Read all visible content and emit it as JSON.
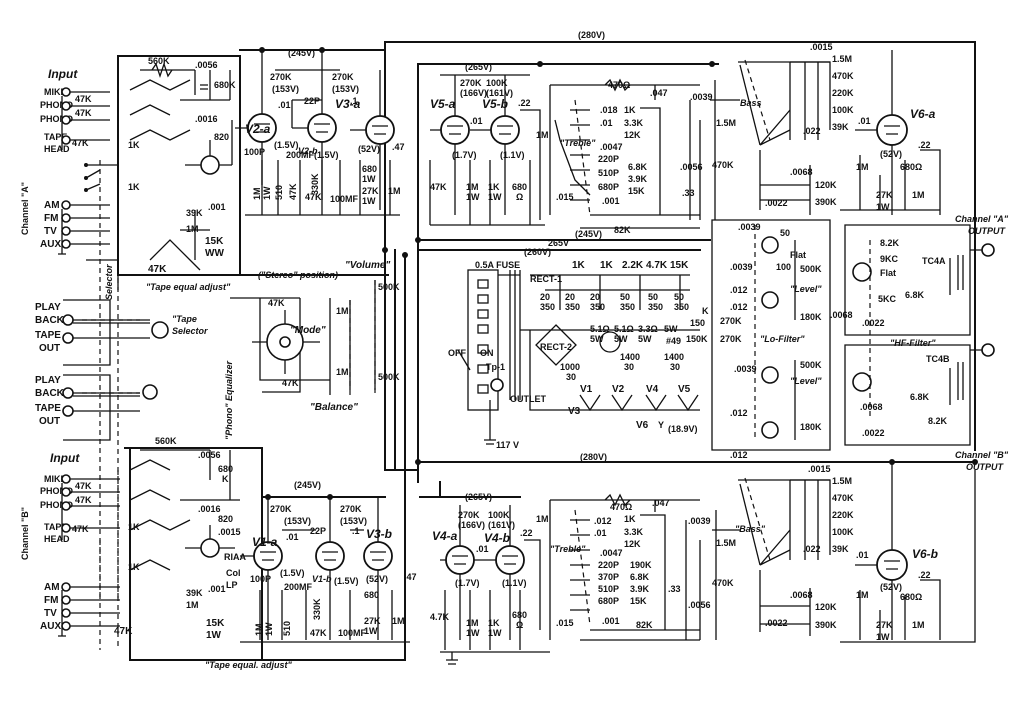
{
  "rails": {
    "top": "(280V)",
    "mid": "(280V)",
    "a_245": "(245V)",
    "a_265": "(265V)",
    "b_245": "(245V)",
    "b_265": "(265V)",
    "ps_245": "(245V)",
    "ps_265": "265V",
    "ps_260": "(260V)"
  },
  "inputs_a": {
    "title": "Input",
    "channel": "Channel \"A\"",
    "mike": "MIKE",
    "phono1": "PHONO",
    "phono2": "PHONO",
    "tape": "TAPE",
    "head": "HEAD",
    "am": "AM",
    "fm": "FM",
    "tv": "TV",
    "aux": "AUX",
    "r1": "47K",
    "r2": "47K",
    "r3": "47K"
  },
  "inputs_b": {
    "title": "Input",
    "channel": "Channel \"B\"",
    "mike": "MIKE",
    "phono1": "PHONO",
    "phono2": "PHONO",
    "tape": "TAPE",
    "head": "HEAD",
    "am": "AM",
    "fm": "FM",
    "tv": "TV",
    "aux": "AUX",
    "r1": "47K",
    "r2": "47K",
    "r3": "47K"
  },
  "tape_io": {
    "play1": "PLAY",
    "back1": "BACK",
    "tape1": "TAPE",
    "out1": "OUT",
    "play2": "PLAY",
    "back2": "BACK",
    "tape2": "TAPE",
    "out2": "OUT",
    "selector": "Selector",
    "tape_selector1": "\"Tape",
    "tape_selector2": "Selector",
    "phono_eq": "\"Phono\" Equalizer"
  },
  "eq_a": {
    "r560": "560K",
    "c0056": ".0056",
    "r680": "680K",
    "c0016": ".0016",
    "r820": "820",
    "c001": ".001",
    "r1k1": "1K",
    "r1k2": "1K",
    "r39k": "39K",
    "r1m": "1M",
    "r15k": "15K",
    "ww": "WW",
    "r47k": "47K",
    "label": "\"Tape equal adjust\""
  },
  "eq_b": {
    "r560": "560K",
    "c0056": ".0056",
    "r680": "680",
    "k": "K",
    "c0016": ".0016",
    "r820": "820",
    "c001": ".001",
    "c0015": ".0015",
    "col": "Col",
    "lp": "LP",
    "riaa": "RIAA",
    "r1k1": "1K",
    "r1k2": "1K",
    "r39k": "39K",
    "r1m": "1M",
    "r15k": "15K",
    "r1w": "1W",
    "r47k": "47K",
    "label": "\"Tape equal. adjust\""
  },
  "stage_a": {
    "v2a": "V2-a",
    "v2b": "V2-b",
    "v3a": "V3-a",
    "r270k1": "270K",
    "r270k2": "270K",
    "v153a": "(153V)",
    "v153b": "(153V)",
    "c01": ".01",
    "c22p": "22P",
    "c1": ".1",
    "c100p": "100P",
    "v15": "(1.5V)",
    "v15b": "(1.5V)",
    "c200mf": "200MF",
    "r1m1": "1M",
    "r1w": "1W",
    "r47k": "47K",
    "r510": "510",
    "r330k": "330K",
    "r47kb": "47K",
    "c100mf": "100MF",
    "v52": "(52V)",
    "c47": ".47",
    "r680": "680",
    "r1w2": "1W",
    "r27k": "27K",
    "r1w3": "1W",
    "r1m2": "1M"
  },
  "stage_b": {
    "v1a": "V1-a",
    "v1b": "V1-b",
    "v3b": "V3-b",
    "r270k1": "270K",
    "r270k2": "270K",
    "v153a": "(153V)",
    "v153b": "(153V)",
    "c01": ".01",
    "c22p": "22P",
    "c1": ".1",
    "c100p": "100P",
    "v15": "(1.5V)",
    "v15b": "(1.5V)",
    "c200mf": "200MF",
    "r1m1": "1M",
    "r1w": "1W",
    "r510": "510",
    "r330k": "330K",
    "r47k": "47K",
    "c100mf": "100MF",
    "v52": "(52V)",
    "c47": ".47",
    "r680": "680",
    "r27k": "27K",
    "r1w2": "1W",
    "r1m2": "1M"
  },
  "controls": {
    "stereo": "(\"Stereo\" position)",
    "r47k1": "47K",
    "mode": "\"Mode\"",
    "r47k2": "47K",
    "volume": "\"Volume\"",
    "r500k1": "500K",
    "r500k2": "500K",
    "r1m1": "1M",
    "r1m2": "1M",
    "balance": "\"Balance\""
  },
  "tone_a": {
    "v5a": "V5-a",
    "v5b": "V5-b",
    "r270k": "270K",
    "v166": "(166V)",
    "r100k": "100K",
    "v161": "(161V)",
    "c01": ".01",
    "c22": ".22",
    "v17": "(1.7V)",
    "v11": "(1.1V)",
    "r47k": "47K",
    "r1m": "1M",
    "r1w": "1W",
    "r1k": "1K",
    "r1w2": "1W",
    "r680": "680",
    "ohm": "Ω",
    "r470": "470Ω",
    "c047": ".047",
    "r1m2": "1M",
    "c018": ".018",
    "r1k2": "1K",
    "c01b": ".01",
    "r33k": "3.3K",
    "r12k": "12K",
    "treble": "\"Treble\"",
    "c0047": ".0047",
    "c220p": "220P",
    "r68k": "6.8K",
    "c510p": "510P",
    "r39k": "3.9K",
    "c680p": "680P",
    "r15k": "15K",
    "c001": ".001",
    "c015": ".015",
    "r82k": "82K"
  },
  "tone_b": {
    "v4a": "V4-a",
    "v4b": "V4-b",
    "r270k": "270K",
    "v166": "(166V)",
    "r100k": "100K",
    "v161": "(161V)",
    "c01": ".01",
    "c22": ".22",
    "v17": "(1.7V)",
    "v11": "(1.1V)",
    "r47k": "4.7K",
    "r1m": "1M",
    "r1w": "1W",
    "r1k": "1K",
    "r1w2": "1W",
    "r680": "680",
    "ohm": "Ω",
    "r470": "470Ω",
    "c047": ".047",
    "r1m2": "1M",
    "c012": ".012",
    "r1k2": "1K",
    "c01b": ".01",
    "r33k": "3.3K",
    "r12k": "12K",
    "treble": "\"Treble\"",
    "c0047": ".0047",
    "c220p": "220P",
    "r190k": "190K",
    "c370p": "370P",
    "r68k": "6.8K",
    "c510p": "510P",
    "r39k": "3.9K",
    "c680p": "680P",
    "r15k": "15K",
    "c001": ".001",
    "c015": ".015",
    "r82k": "82K"
  },
  "bass_a": {
    "c0039": ".0039",
    "r15m": "1.5M",
    "c0056": ".0056",
    "r470k": "470K",
    "c33": ".33",
    "bass": "Bass",
    "c0015": ".0015",
    "r15m2": "1.5M",
    "r470k2": "470K",
    "r220k": "220K",
    "r100k": "100K",
    "r39k": "39K",
    "c022": ".022",
    "c0068": ".0068",
    "r120k": "120K",
    "c0022": ".0022",
    "r390k": "390K"
  },
  "bass_b": {
    "c0039": ".0039",
    "r15m": "1.5M",
    "c0056": ".0056",
    "r470k": "470K",
    "c33": ".33",
    "bass": "\"Bass\"",
    "c0015": ".0015",
    "r15m2": "1.5M",
    "r470k2": "470K",
    "r220k": "220K",
    "r100k": "100K",
    "r39k": "39K",
    "c022": ".022",
    "c0068": ".0068",
    "r120k": "120K",
    "c0022": ".0022",
    "r390k": "390K"
  },
  "out_a": {
    "v6a": "V6-a",
    "c01": ".01",
    "v52": "(52V)",
    "r680": "680Ω",
    "c22": ".22",
    "r1m": "1M",
    "r27k": "27K",
    "r1w": "1W",
    "r1m2": "1M",
    "label1": "Channel \"A\"",
    "label2": "OUTPUT"
  },
  "out_b": {
    "v6b": "V6-b",
    "c01": ".01",
    "v52": "(52V)",
    "r680": "680Ω",
    "c22": ".22",
    "r1m": "1M",
    "r27k": "27K",
    "r1w": "1W",
    "r1m2": "1M",
    "label1": "Channel \"B\"",
    "label2": "OUTPUT"
  },
  "filters": {
    "c0039a": ".0039",
    "flat1": "Flat",
    "r50": "50",
    "r100": "100",
    "c0039b": ".0039",
    "c012a": ".012",
    "r500k": "500K",
    "level1": "\"Level\"",
    "c012b": ".012",
    "r270k1": "270K",
    "r180k1": "180K",
    "r150": "150",
    "r270k2": "270K",
    "r150k": "150K",
    "lofilter": "\"Lo-Filter\"",
    "k": "K",
    "c0039c": ".0039",
    "r500k2": "500K",
    "level2": "\"Level\"",
    "c012c": ".012",
    "r180k2": "180K",
    "c012d": ".012",
    "r82k1": "8.2K",
    "tc4a": "TC4A",
    "c9kc": "9KC",
    "flat2": "Flat",
    "c5kc": "5KC",
    "r68k1": "6.8K",
    "c0068": ".0068",
    "c0022a": ".0022",
    "hffilter": "\"HF-Filter\"",
    "tc4b": "TC4B",
    "r68k2": "6.8K",
    "r82k2": "8.2K",
    "c0068b": ".0068",
    "c0022b": ".0022"
  },
  "psu": {
    "fuse": "0.5A FUSE",
    "rect1": "RECT-1",
    "r1k1": "1K",
    "r1k2": "1K",
    "r22k": "2.2K",
    "r47k": "4.7K",
    "r15k": "15K",
    "c20a": "20",
    "c350a": "350",
    "c20b": "20",
    "c350b": "350",
    "c20c": "20",
    "c350c": "350",
    "c50a": "50",
    "c350d": "350",
    "c50b": "50",
    "c350e": "350",
    "c50c": "50",
    "c350f": "350",
    "rect2": "RECT-2",
    "r51a": "5.1Ω",
    "w5a": "5W",
    "r51b": "5.1Ω",
    "w5b": "5W",
    "r33": "3.3Ω",
    "w5c": "5W",
    "w5d": "5W",
    "lamp": "#49",
    "c1000": "1000",
    "c30a": "30",
    "c1400": "1400",
    "c30b": "30",
    "c1400b": "1400",
    "c30c": "30",
    "tp1": "Tp-1",
    "off": "OFF",
    "on": "ON",
    "outlet": "OUTLET",
    "v1": "V1",
    "v2": "V2",
    "v4": "V4",
    "v5": "V5",
    "v3": "V3",
    "v6": "V6",
    "y": "Y",
    "v189": "(18.9V)",
    "v117": "117 V"
  }
}
